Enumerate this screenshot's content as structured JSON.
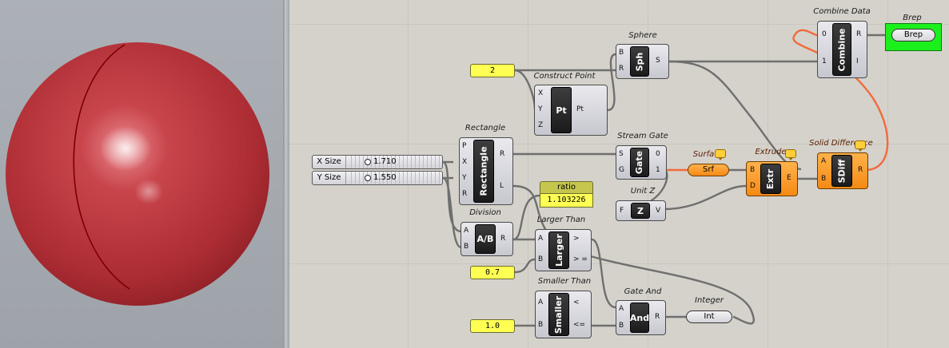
{
  "viewport": {
    "object": "sphere",
    "colors": {
      "sphere": "#b5333b",
      "curve": "#7a0000"
    }
  },
  "components": {
    "sphere": {
      "title": "Sphere",
      "core": "Sph",
      "inputs": [
        "B",
        "R"
      ],
      "outputs": [
        "S"
      ]
    },
    "construct_point": {
      "title": "Construct Point",
      "core": "Pt",
      "inputs": [
        "X",
        "Y",
        "Z"
      ],
      "outputs": [
        "Pt"
      ]
    },
    "rectangle": {
      "title": "Rectangle",
      "core": "Rectangle",
      "inputs": [
        "P",
        "X",
        "Y",
        "R"
      ],
      "outputs": [
        "R",
        "L"
      ]
    },
    "stream_gate": {
      "title": "Stream Gate",
      "core": "Gate",
      "inputs": [
        "S",
        "G"
      ],
      "outputs": [
        "0",
        "1"
      ]
    },
    "division": {
      "title": "Division",
      "core": "A/B",
      "inputs": [
        "A",
        "B"
      ],
      "outputs": [
        "R"
      ]
    },
    "larger_than": {
      "title": "Larger Than",
      "core": "Larger",
      "inputs": [
        "A",
        "B"
      ],
      "outputs": [
        ">",
        "> ="
      ]
    },
    "smaller_than": {
      "title": "Smaller Than",
      "core": "Smaller",
      "inputs": [
        "A",
        "B"
      ],
      "outputs": [
        "<",
        "<="
      ]
    },
    "gate_and": {
      "title": "Gate And",
      "core": "And",
      "inputs": [
        "A",
        "B"
      ],
      "outputs": [
        "R"
      ]
    },
    "integer": {
      "title": "Integer",
      "core": "Int"
    },
    "unit_z": {
      "title": "Unit Z",
      "core": "Z",
      "inputs": [
        "F"
      ],
      "outputs": [
        "V"
      ]
    },
    "surface": {
      "title": "Surfa",
      "core": "Srf"
    },
    "extrude": {
      "title": "Extrude",
      "core": "Extr",
      "inputs": [
        "B",
        "D"
      ],
      "outputs": [
        "E"
      ]
    },
    "solid_difference": {
      "title": "Solid Difference",
      "core": "SDiff",
      "inputs": [
        "A",
        "B"
      ],
      "outputs": [
        "R"
      ]
    },
    "combine_data": {
      "title": "Combine Data",
      "core": "Combine",
      "inputs": [
        "0",
        "1"
      ],
      "outputs": [
        "R",
        "I"
      ]
    },
    "brep": {
      "title": "Brep",
      "core": "Brep"
    }
  },
  "params": {
    "radius_panel": "2",
    "threshold_low": "0.7",
    "threshold_high": "1.0",
    "ratio_label": "ratio",
    "ratio_value": "1.103226"
  },
  "sliders": {
    "x_size": {
      "label": "X Size",
      "value": "1.710"
    },
    "y_size": {
      "label": "Y Size",
      "value": "1.550"
    }
  },
  "colors": {
    "canvas": "#d5d2cb",
    "panel": "#ffff53",
    "warning": "#f58a15",
    "preview_on": "#1cf01c",
    "selected_wire": "#f26a3b"
  }
}
